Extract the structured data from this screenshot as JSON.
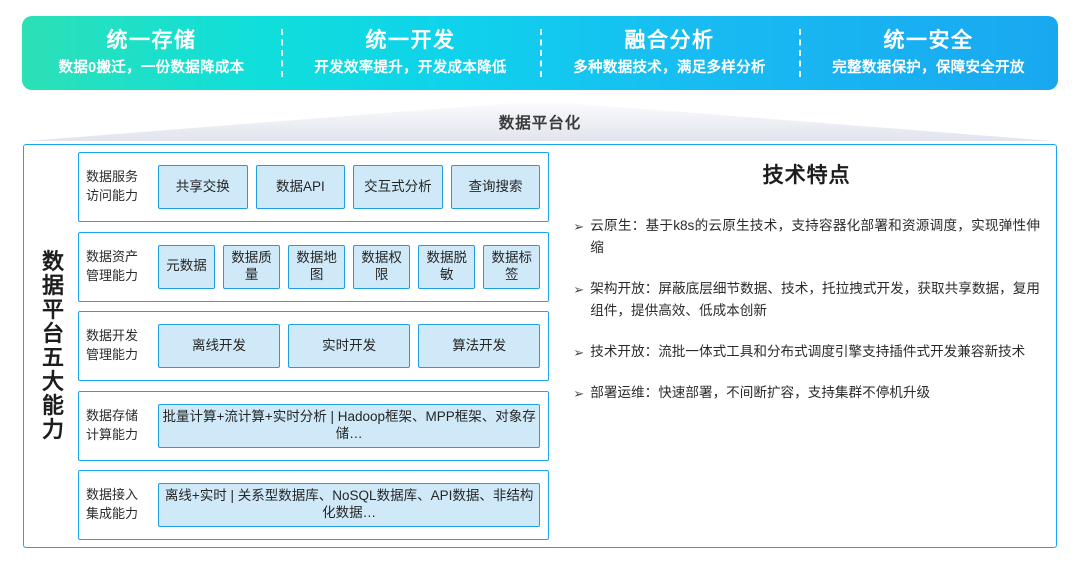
{
  "header": {
    "cells": [
      {
        "title": "统一存储",
        "subtitle": "数据0搬迁，一份数据降成本"
      },
      {
        "title": "统一开发",
        "subtitle": "开发效率提升，开发成本降低"
      },
      {
        "title": "融合分析",
        "subtitle": "多种数据技术，满足多样分析"
      },
      {
        "title": "统一安全",
        "subtitle": "完整数据保护，保障安全开放"
      }
    ],
    "gradient_start": "#2ce0b6",
    "gradient_end": "#19a8f0"
  },
  "platform_band": {
    "label": "数据平台化"
  },
  "capabilities": {
    "vertical_title": "数据平台五大能力",
    "rows": [
      {
        "label": "数据服务\n访问能力",
        "label_line1": "数据服务",
        "label_line2": "访问能力",
        "items": [
          "共享交换",
          "数据API",
          "交互式分析",
          "查询搜索"
        ]
      },
      {
        "label_line1": "数据资产",
        "label_line2": "管理能力",
        "items": [
          "元数据",
          "数据质量",
          "数据地图",
          "数据权限",
          "数据脱敏",
          "数据标签"
        ]
      },
      {
        "label_line1": "数据开发",
        "label_line2": "管理能力",
        "items": [
          "离线开发",
          "实时开发",
          "算法开发"
        ]
      },
      {
        "label_line1": "数据存储",
        "label_line2": "计算能力",
        "items": [
          "批量计算+流计算+实时分析 | Hadoop框架、MPP框架、对象存储…"
        ]
      },
      {
        "label_line1": "数据接入",
        "label_line2": "集成能力",
        "items": [
          "离线+实时 | 关系型数据库、NoSQL数据库、API数据、非结构化数据…"
        ]
      }
    ],
    "item_fill": "#cfe9f8",
    "item_border": "#1f9fe2",
    "row_border": "#1aa5ef"
  },
  "tech_features": {
    "heading": "技术特点",
    "bullet_glyph": "➢",
    "items": [
      "云原生：基于k8s的云原生技术，支持容器化部署和资源调度，实现弹性伸缩",
      "架构开放：屏蔽底层细节数据、技术，托拉拽式开发，获取共享数据，复用组件，提供高效、低成本创新",
      "技术开放：流批一体式工具和分布式调度引擎支持插件式开发兼容新技术",
      "部署运维：快速部署，不间断扩容，支持集群不停机升级"
    ]
  }
}
